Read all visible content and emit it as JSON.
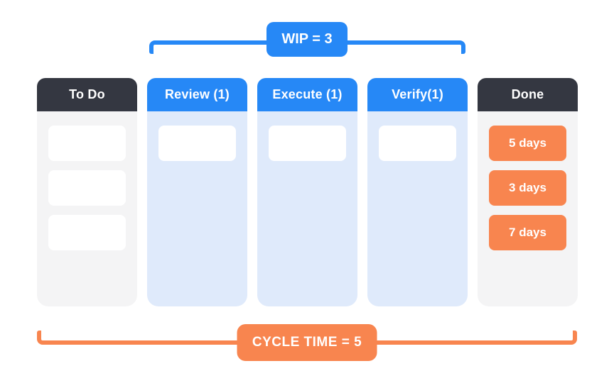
{
  "diagram": {
    "wip_badge": "WIP = 3",
    "cycle_badge": "CYCLE TIME = 5"
  },
  "columns": [
    {
      "title": "To Do",
      "header_style": "dark",
      "body_style": "gray",
      "cards": [
        "",
        "",
        ""
      ]
    },
    {
      "title": "Review (1)",
      "header_style": "blue",
      "body_style": "lightblue",
      "cards": [
        ""
      ]
    },
    {
      "title": "Execute (1)",
      "header_style": "blue",
      "body_style": "lightblue",
      "cards": [
        ""
      ]
    },
    {
      "title": "Verify(1)",
      "header_style": "blue",
      "body_style": "lightblue",
      "cards": [
        ""
      ]
    },
    {
      "title": "Done",
      "header_style": "dark",
      "body_style": "gray",
      "cards": [
        "5 days",
        "3 days",
        "7 days"
      ]
    }
  ],
  "colors": {
    "blue": "#2688F6",
    "orange": "#F8854F",
    "dark": "#343741",
    "light_blue": "#DFEAFB",
    "light_gray": "#F4F4F5",
    "white": "#FFFFFF"
  }
}
